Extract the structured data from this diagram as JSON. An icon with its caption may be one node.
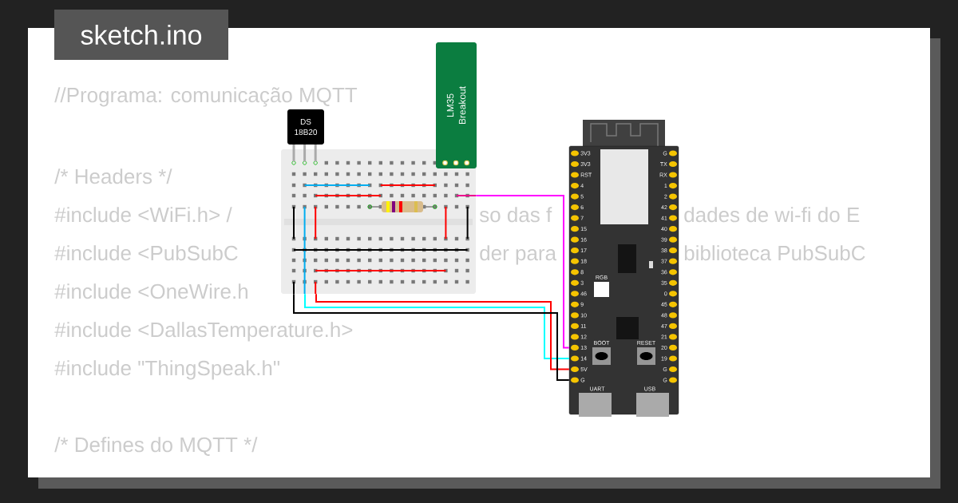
{
  "diagram": {
    "title": "sketch.ino",
    "nodes": [
      {
        "text": [
          "DS 18B20"
        ]
      },
      {
        "text": [
          "LM35 Breakout"
        ]
      },
      {
        "text": [],
        "shape": "picture"
      },
      {
        "text": [],
        "shape": "picture"
      }
    ],
    "edges": [
      {
        "from": 2,
        "to": 3,
        "arrow": "none",
        "color": "#ff00ff"
      },
      {
        "from": 2,
        "to": 3,
        "arrow": "none",
        "color": "#00ffff"
      },
      {
        "from": 2,
        "to": 3,
        "arrow": "none",
        "color": "#ff0000"
      },
      {
        "from": 2,
        "to": 3,
        "arrow": "none",
        "color": "#000000"
      }
    ],
    "labels": [
      "//Programa: comunicação MQTT",
      "/* Headers */",
      "#include <WiFi.h> /",
      "so das f",
      "dades de wi-fi do E",
      "#include <PubSubC",
      "der para",
      "biblioteca PubSubC",
      "#include <OneWire.h",
      "#include <DallasTemperature.h>",
      "#include \"ThingSpeak.h\"",
      "/* Defines do MQTT */",
      "3V3",
      "3V3",
      "RST",
      "4",
      "5",
      "6",
      "7",
      "15",
      "16",
      "17",
      "18",
      "8",
      "3",
      "46",
      "9",
      "10",
      "11",
      "12",
      "13",
      "14",
      "5V",
      "G",
      "G",
      "TX",
      "RX",
      "1",
      "2",
      "42",
      "41",
      "40",
      "39",
      "38",
      "37",
      "36",
      "35",
      "0",
      "45",
      "48",
      "47",
      "21",
      "20",
      "19",
      "G",
      "G",
      "RGB",
      "BOOT",
      "RESET",
      "UART",
      "USB"
    ]
  }
}
